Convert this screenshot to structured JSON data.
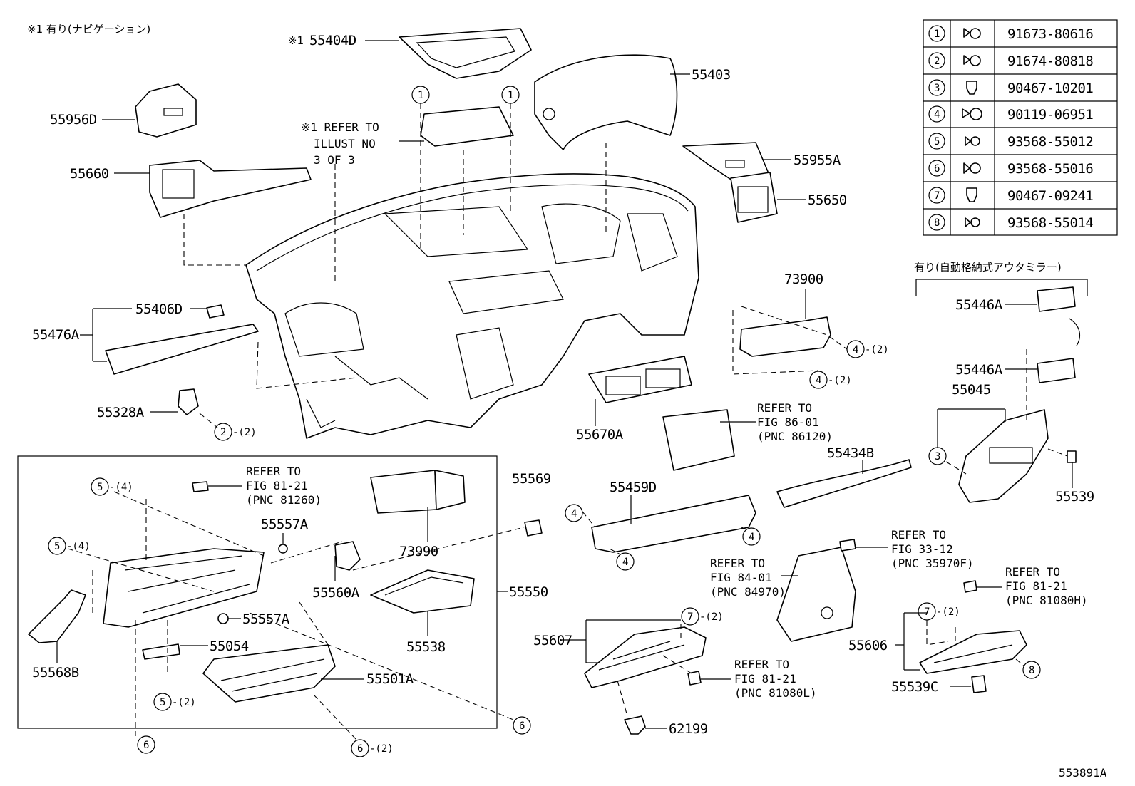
{
  "diagram": {
    "notes": {
      "note_top": "※1 有り(ナビゲーション)",
      "note_mirror": "有り(自動格納式アウタミラー)",
      "note_refer_lines": [
        "※1 REFER TO",
        "ILLUST NO",
        "3 OF 3"
      ],
      "prefix_55404d": "※1",
      "figure_id": "553891A"
    },
    "fastener_table": [
      {
        "num": "1",
        "part": "91673-80616"
      },
      {
        "num": "2",
        "part": "91674-80818"
      },
      {
        "num": "3",
        "part": "90467-10201"
      },
      {
        "num": "4",
        "part": "90119-06951"
      },
      {
        "num": "5",
        "part": "93568-55012"
      },
      {
        "num": "6",
        "part": "93568-55016"
      },
      {
        "num": "7",
        "part": "90467-09241"
      },
      {
        "num": "8",
        "part": "93568-55014"
      }
    ],
    "part_labels": [
      {
        "id": "p55404D",
        "text": "55404D"
      },
      {
        "id": "p55403",
        "text": "55403"
      },
      {
        "id": "p55956D",
        "text": "55956D"
      },
      {
        "id": "p55660",
        "text": "55660"
      },
      {
        "id": "p55955A",
        "text": "55955A"
      },
      {
        "id": "p55650",
        "text": "55650"
      },
      {
        "id": "p55406D",
        "text": "55406D"
      },
      {
        "id": "p55476A",
        "text": "55476A"
      },
      {
        "id": "p73900",
        "text": "73900"
      },
      {
        "id": "p55446A_1",
        "text": "55446A"
      },
      {
        "id": "p55446A_2",
        "text": "55446A"
      },
      {
        "id": "p55045",
        "text": "55045"
      },
      {
        "id": "p55328A",
        "text": "55328A"
      },
      {
        "id": "p55670A",
        "text": "55670A"
      },
      {
        "id": "p55434B",
        "text": "55434B"
      },
      {
        "id": "p55539",
        "text": "55539"
      },
      {
        "id": "p55569",
        "text": "55569"
      },
      {
        "id": "p55459D",
        "text": "55459D"
      },
      {
        "id": "p73990",
        "text": "73990"
      },
      {
        "id": "p55557A_1",
        "text": "55557A"
      },
      {
        "id": "p55557A_2",
        "text": "55557A"
      },
      {
        "id": "p55560A",
        "text": "55560A"
      },
      {
        "id": "p55550",
        "text": "55550"
      },
      {
        "id": "p55538",
        "text": "55538"
      },
      {
        "id": "p55054",
        "text": "55054"
      },
      {
        "id": "p55568B",
        "text": "55568B"
      },
      {
        "id": "p55501A",
        "text": "55501A"
      },
      {
        "id": "p55607",
        "text": "55607"
      },
      {
        "id": "p55606",
        "text": "55606"
      },
      {
        "id": "p55539C",
        "text": "55539C"
      },
      {
        "id": "p62199",
        "text": "62199"
      }
    ],
    "refer_blocks": [
      {
        "id": "r86120",
        "lines": [
          "REFER TO",
          "FIG 86-01",
          "(PNC 86120)"
        ]
      },
      {
        "id": "r81260",
        "lines": [
          "REFER TO",
          "FIG 81-21",
          "(PNC 81260)"
        ]
      },
      {
        "id": "r35970F",
        "lines": [
          "REFER TO",
          "FIG 33-12",
          "(PNC 35970F)"
        ]
      },
      {
        "id": "r84970",
        "lines": [
          "REFER TO",
          "FIG 84-01",
          "(PNC 84970)"
        ]
      },
      {
        "id": "r81080H",
        "lines": [
          "REFER TO",
          "FIG 81-21",
          "(PNC 81080H)"
        ]
      },
      {
        "id": "r81080L",
        "lines": [
          "REFER TO",
          "FIG 81-21",
          "(PNC 81080L)"
        ]
      }
    ],
    "callouts": [
      {
        "id": "c1a",
        "num": "1",
        "qty": ""
      },
      {
        "id": "c1b",
        "num": "1",
        "qty": ""
      },
      {
        "id": "c4a",
        "num": "4",
        "qty": "-(2)"
      },
      {
        "id": "c4b",
        "num": "4",
        "qty": "-(2)"
      },
      {
        "id": "c2",
        "num": "2",
        "qty": "-(2)"
      },
      {
        "id": "c3",
        "num": "3",
        "qty": ""
      },
      {
        "id": "c5a",
        "num": "5",
        "qty": "-(4)"
      },
      {
        "id": "c5b",
        "num": "5",
        "qty": "-(4)"
      },
      {
        "id": "c5c",
        "num": "5",
        "qty": "-(2)"
      },
      {
        "id": "c4c",
        "num": "4",
        "qty": ""
      },
      {
        "id": "c4d",
        "num": "4",
        "qty": ""
      },
      {
        "id": "c4e",
        "num": "4",
        "qty": ""
      },
      {
        "id": "c7a",
        "num": "7",
        "qty": "-(2)"
      },
      {
        "id": "c7b",
        "num": "7",
        "qty": "-(2)"
      },
      {
        "id": "c8",
        "num": "8",
        "qty": ""
      },
      {
        "id": "c6a",
        "num": "6",
        "qty": ""
      },
      {
        "id": "c6b",
        "num": "6",
        "qty": ""
      },
      {
        "id": "c6c",
        "num": "6",
        "qty": "-(2)"
      }
    ]
  }
}
